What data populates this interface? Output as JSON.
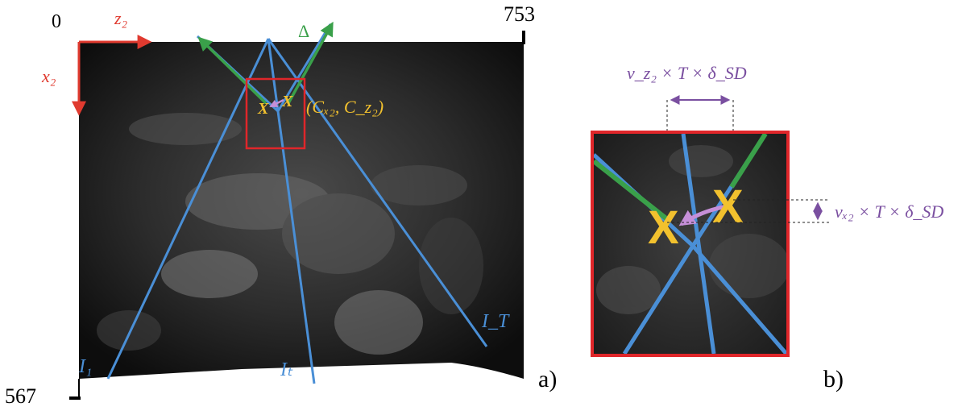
{
  "panel_a": {
    "tag": "a)",
    "axis_origin_label": "0",
    "axis_x_max_label": "753",
    "axis_y_max_label": "567",
    "z_axis_label": "z₂",
    "x_axis_label": "x₂",
    "delta_label": "Δ",
    "center_label": "(Cₓ₂, C_z₂)",
    "first_line_label": "I₁",
    "middle_line_label": "Iₜ",
    "last_line_label": "I_T",
    "marker_glyph": "X"
  },
  "panel_b": {
    "tag": "b)",
    "horizontal_formula": "v_z₂ × T × δ_SD",
    "vertical_formula": "vₓ₂ × T × δ_SD",
    "marker_glyph": "X"
  },
  "colors": {
    "axis_red": "#e03a2f",
    "line_blue": "#4a8fd6",
    "arrow_green": "#3aa04a",
    "marker_yellow": "#f2c12e",
    "motion_purple": "#c58fd8",
    "dimension_purple": "#7a4fa0",
    "zoom_box_red": "#e0262a"
  }
}
